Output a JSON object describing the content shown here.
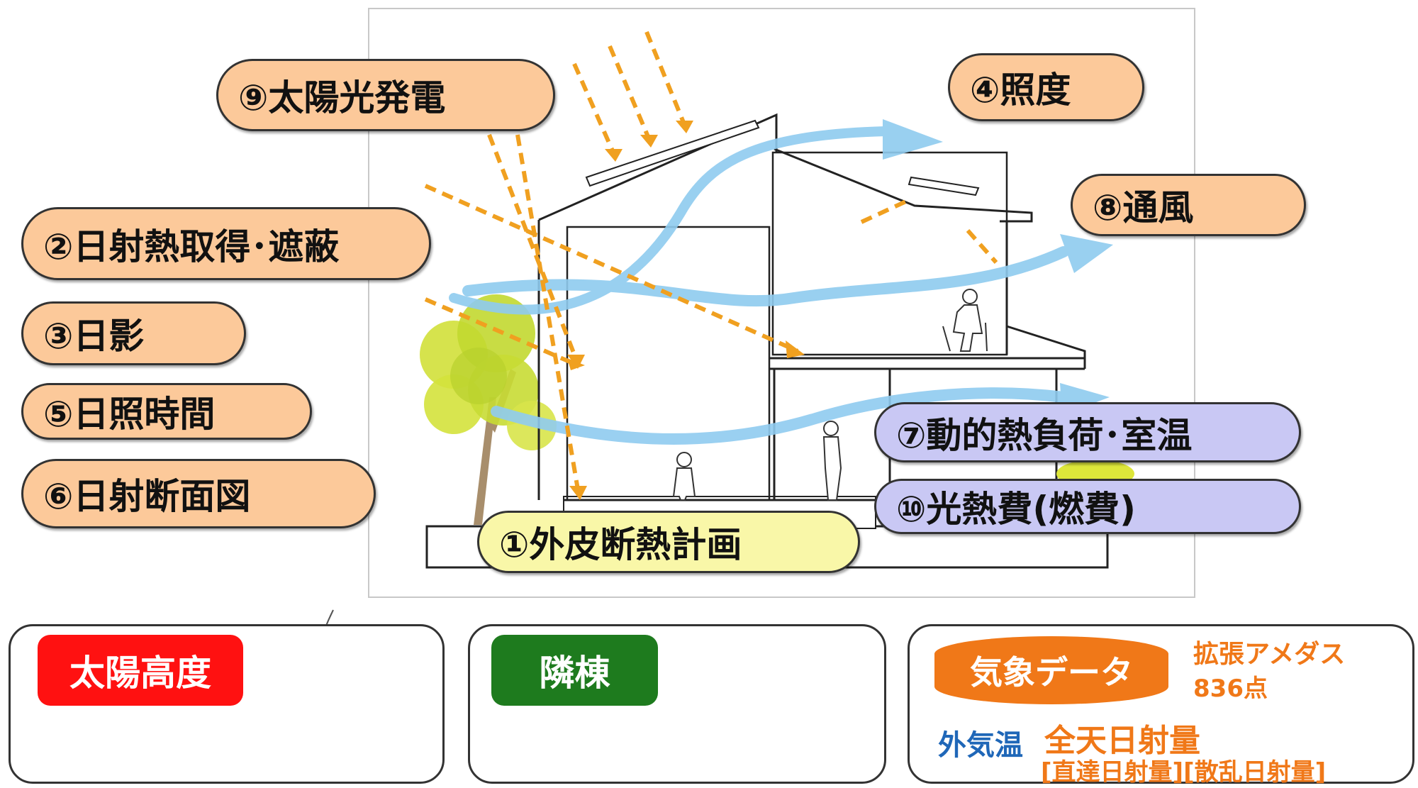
{
  "labels": {
    "solar_power": "⑨太陽光発電",
    "illuminance": "④照度",
    "ventilation": "⑧通風",
    "solar_heat": "②日射熱取得･遮蔽",
    "shadow": "③日影",
    "sunshine_hours": "⑤日照時間",
    "solar_section": "⑥日射断面図",
    "dynamic_load": "⑦動的熱負荷･室温",
    "utility_cost": "⑩光熱費(燃費)",
    "insulation": "①外皮断熱計画"
  },
  "panels": {
    "sun_altitude": {
      "tag": "太陽高度"
    },
    "neighbor": {
      "tag": "隣棟"
    },
    "weather": {
      "tag": "気象データ",
      "amedas": "拡張アメダス",
      "points": "836点",
      "outdoor_temp": "外気温",
      "global_radiation": "全天日射量",
      "detail": "[直達日射量][散乱日射量]"
    }
  },
  "colors": {
    "label_orange": "#fcc99a",
    "label_violet": "#c9c8f4",
    "label_yellow": "#f9f7a8",
    "sun_tag": "#ff1111",
    "neighbor_tag": "#1e7b1e",
    "weather_tag": "#f07818",
    "sun_arrows": "#f0a020",
    "wind_arrows": "#8fcbef",
    "radiation_text": "#f07818",
    "temp_text": "#1f67b8"
  }
}
